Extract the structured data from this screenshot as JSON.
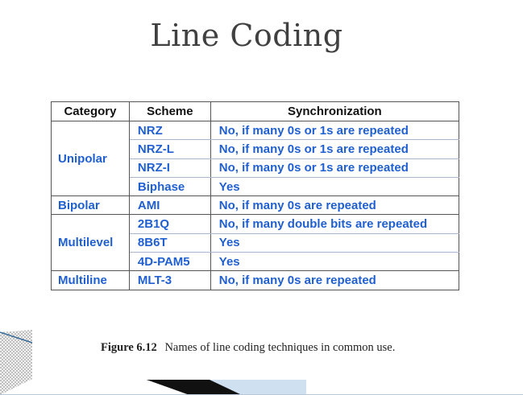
{
  "slide": {
    "title": "Line Coding"
  },
  "table": {
    "headers": [
      "Category",
      "Scheme",
      "Synchronization"
    ],
    "groups": [
      {
        "category": "Unipolar",
        "rows": [
          {
            "scheme": "NRZ",
            "sync": "No, if many 0s or 1s are repeated"
          },
          {
            "scheme": "NRZ-L",
            "sync": "No, if many 0s or 1s are repeated"
          },
          {
            "scheme": "NRZ-I",
            "sync": "No, if many 0s or 1s are repeated"
          },
          {
            "scheme": "Biphase",
            "sync": "Yes"
          }
        ]
      },
      {
        "category": "Bipolar",
        "rows": [
          {
            "scheme": "AMI",
            "sync": "No, if many 0s are repeated"
          }
        ]
      },
      {
        "category": "Multilevel",
        "rows": [
          {
            "scheme": "2B1Q",
            "sync": "No, if many double bits are repeated"
          },
          {
            "scheme": "8B6T",
            "sync": "Yes"
          },
          {
            "scheme": "4D-PAM5",
            "sync": "Yes"
          }
        ]
      },
      {
        "category": "Multiline",
        "rows": [
          {
            "scheme": "MLT-3",
            "sync": "No, if many 0s are repeated"
          }
        ]
      }
    ]
  },
  "caption": {
    "label": "Figure 6.12",
    "text": "Names of line coding techniques in common use."
  },
  "colors": {
    "cell_text": "#1f5fd0",
    "header_text": "#111111",
    "title_text": "#404040"
  }
}
